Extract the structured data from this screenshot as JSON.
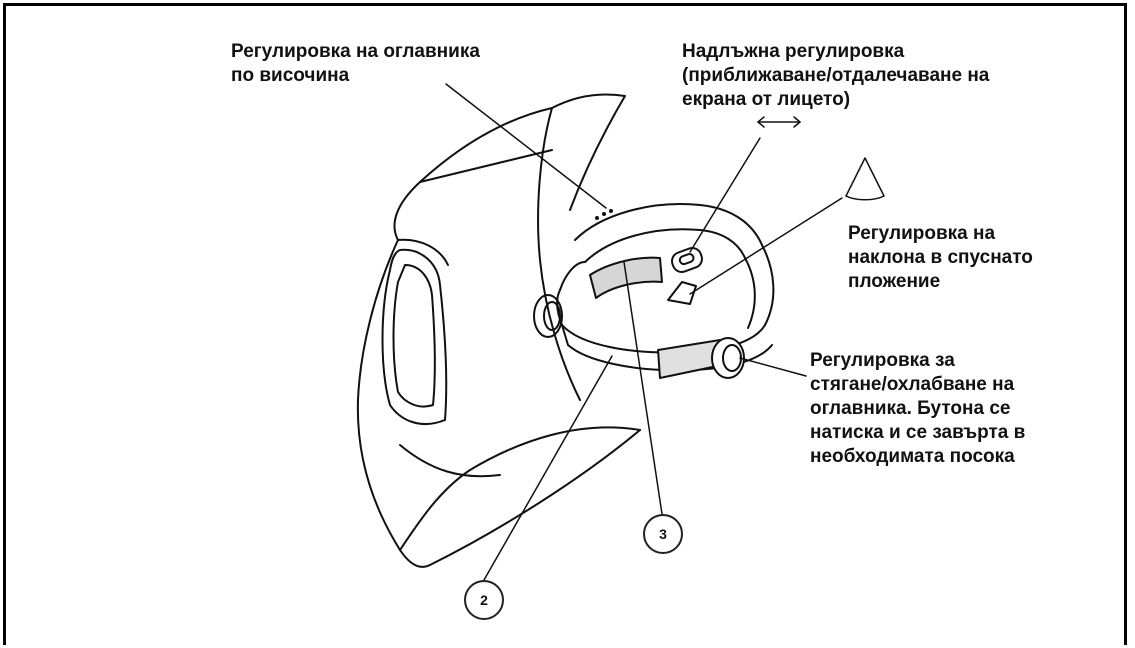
{
  "labels": {
    "height_adjust": "Регулировка на оглавника\nпо височина",
    "longitudinal_adjust": "Надлъжна регулировка\n(приближаване/отдалечаване на\nекрана от лицето)",
    "tilt_adjust": "Регулировка на\nнаклона в спуснато\nпложение",
    "tighten_adjust": "Регулировка за\nстягане/охлабване на\nоглавника. Бутона се\nнатиска и се завърта в\nнеобходимата посока"
  },
  "callouts": {
    "three": "3",
    "two": "2"
  }
}
